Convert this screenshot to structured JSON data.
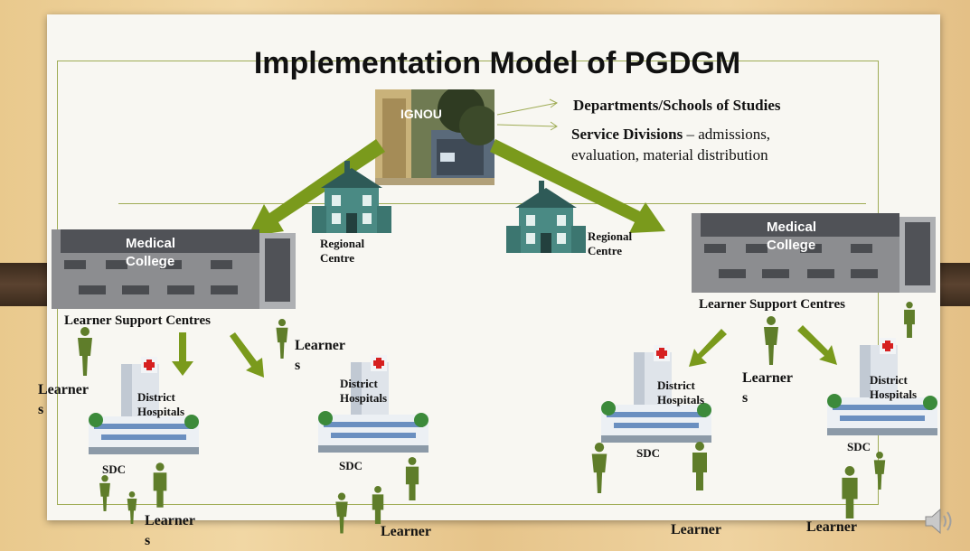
{
  "title": "Implementation Model of PGDGM",
  "ignou": {
    "label": "IGNOU"
  },
  "list": {
    "item1": "Departments/Schools of Studies",
    "item2_bold": "Service Divisions",
    "item2_rest": " – admissions,",
    "item2_line2": "evaluation, material distribution"
  },
  "regional_centre": "Regional Centre",
  "medical_college": {
    "line1": "Medical",
    "line2": "College"
  },
  "learner_support": "Learner Support Centres",
  "district_hospitals": {
    "line1": "District",
    "line2": "Hospitals"
  },
  "sdc": "SDC",
  "learners": {
    "line1": "Learner",
    "line2": "s"
  },
  "colors": {
    "arrow": "#7a9a1c",
    "accent": "#9fac55",
    "person": "#5f7d2a"
  },
  "icons": [
    "speaker-icon"
  ]
}
